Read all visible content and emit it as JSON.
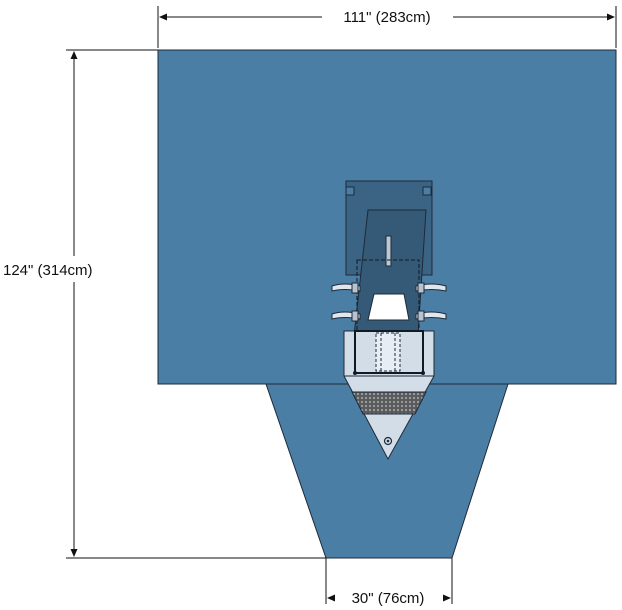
{
  "dimensions": {
    "width_label": "111\" (283cm)",
    "height_label": "124\" (314cm)",
    "bottom_width_label": "30\" (76cm)"
  },
  "colors": {
    "drape": "#4b7ea5",
    "drape_dark": "#3f6c8f",
    "panel": "#355a78",
    "pouch": "#d2dde8",
    "pouch_light": "#e6edf4",
    "mesh": "#3a3a3a",
    "line": "#111111"
  }
}
